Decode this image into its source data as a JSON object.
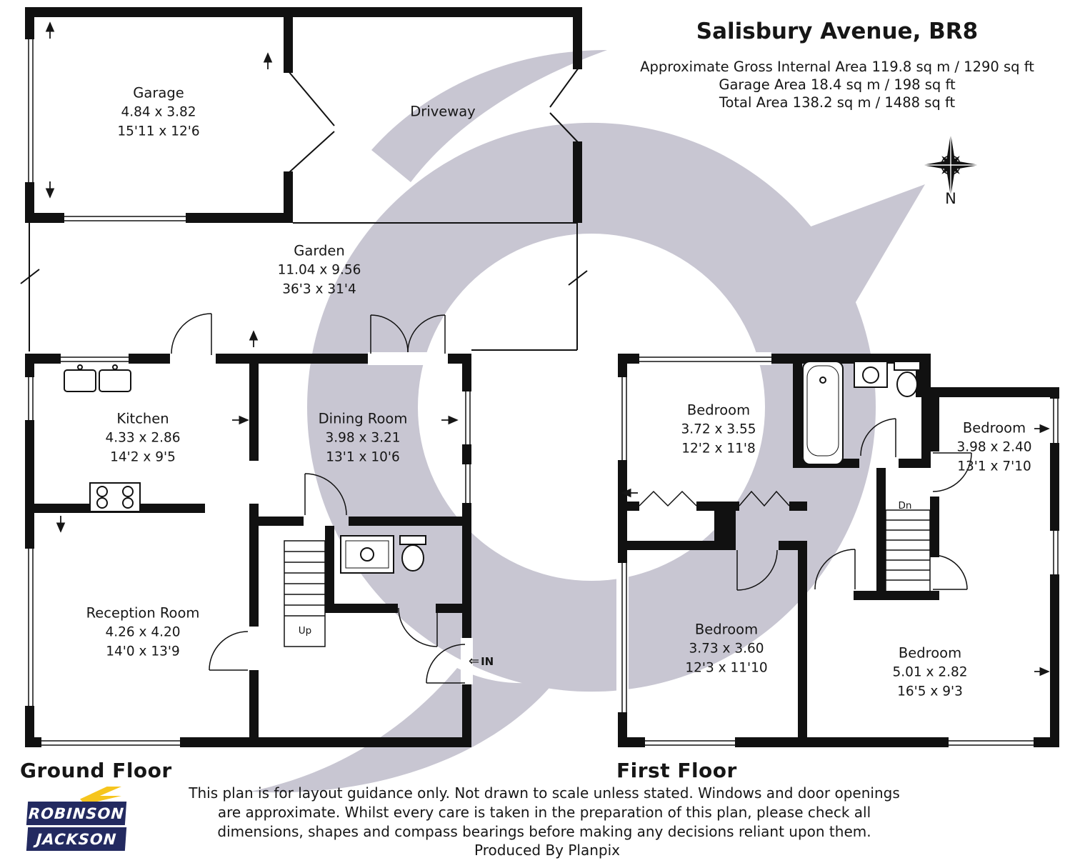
{
  "header": {
    "title": "Salisbury Avenue, BR8",
    "area_lines": [
      "Approximate Gross Internal Area 119.8 sq m / 1290 sq ft",
      "Garage Area 18.4 sq m / 198 sq ft",
      "Total Area 138.2 sq m / 1488 sq ft"
    ],
    "compass_label": "N"
  },
  "ground_floor": {
    "caption": "Ground Floor",
    "stairs_label": "Up",
    "entrance_label": "IN",
    "entrance_arrow": "⇐",
    "rooms": [
      {
        "name": "Garage",
        "metric": "4.84 x 3.82",
        "imperial": "15'11 x 12'6"
      },
      {
        "name": "Driveway"
      },
      {
        "name": "Garden",
        "metric": "11.04 x 9.56",
        "imperial": "36'3 x 31'4"
      },
      {
        "name": "Kitchen",
        "metric": "4.33 x 2.86",
        "imperial": "14'2 x 9'5"
      },
      {
        "name": "Dining Room",
        "metric": "3.98 x 3.21",
        "imperial": "13'1 x 10'6"
      },
      {
        "name": "Reception Room",
        "metric": "4.26 x 4.20",
        "imperial": "14'0 x 13'9"
      }
    ]
  },
  "first_floor": {
    "caption": "First Floor",
    "stairs_label": "Dn",
    "rooms": [
      {
        "name": "Bedroom",
        "metric": "3.72 x 3.55",
        "imperial": "12'2 x 11'8"
      },
      {
        "name": "Bedroom",
        "metric": "3.98 x 2.40",
        "imperial": "13'1 x 7'10"
      },
      {
        "name": "Bedroom",
        "metric": "3.73 x 3.60",
        "imperial": "12'3 x 11'10"
      },
      {
        "name": "Bedroom",
        "metric": "5.01 x 2.82",
        "imperial": "16'5 x 9'3"
      }
    ]
  },
  "footer": {
    "disclaimer_lines": [
      "This plan is for layout guidance only. Not drawn to scale unless stated. Windows and door openings",
      "are approximate. Whilst every care is taken in the preparation of this plan, please check all",
      "dimensions, shapes and compass bearings before making any decisions reliant upon them."
    ],
    "produced_by": "Produced By Planpix"
  },
  "logo": {
    "line1": "ROBINSON",
    "line2": "JACKSON"
  }
}
